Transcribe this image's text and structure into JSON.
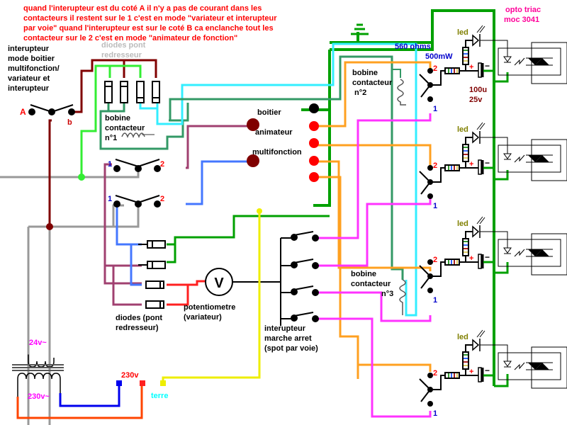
{
  "notes": {
    "mode_description": [
      "quand l'interupteur est du coté A il n'y a pas de courant dans les",
      "contacteurs il restent sur le 1 c'est en mode \"variateur et interupteur",
      "par voie\" quand l'interupteur est sur le coté B ca enclanche tout les",
      "contacteur sur le 2 c'est en mode \"animateur de fonction\""
    ]
  },
  "labels": {
    "mode_switch": [
      "interupteur",
      "mode boitier",
      "multifonction/",
      "variateur et",
      "interupteur"
    ],
    "switch_a": "A",
    "switch_b": "b",
    "diodes_top": [
      "diodes pont",
      "redresseur"
    ],
    "coil1": [
      "bobine",
      "contacteur",
      "n°1"
    ],
    "coil2": [
      "bobine",
      "contacteur",
      "n°2"
    ],
    "coil3": [
      "bobine",
      "contacteur",
      "n°3"
    ],
    "box": [
      "boitier",
      "animateur",
      "multifonction"
    ],
    "pos1": "1",
    "pos2": "2",
    "resistor": [
      "560 ohms",
      "500mW"
    ],
    "capacitor": [
      "100u",
      "25v"
    ],
    "led": "led",
    "plus": "+",
    "minus": "−",
    "opto": [
      "opto triac",
      "moc 3041"
    ],
    "diodes_bottom": [
      "diodes (pont",
      "redresseur)"
    ],
    "pot": [
      "potentiometre",
      "(variateur)"
    ],
    "pot_symbol": "V",
    "onoff": [
      "interupteur",
      "marche arret",
      "(spot par voie)"
    ],
    "v24": "24v~",
    "v230_primary": "230v~",
    "v230_mains": "230v",
    "earth": "terre"
  },
  "colors": {
    "note_red": "#ff0000",
    "magenta_label": "#ff00ff",
    "pink_title": "#ff0099",
    "blue_label": "#0000cc",
    "dark_red": "#800000",
    "led_label": "#808000",
    "earth_cyan": "#00ffff",
    "green_bus": "#00a000",
    "orange": "#ffa020",
    "magenta": "#ff33ff",
    "cyan": "#33eeff",
    "teal": "#339966",
    "purple": "#a04070",
    "blue": "#4477ff",
    "gray": "#999999",
    "yellow": "#eeee00",
    "lime": "#33ee33",
    "maroon": "#800000"
  }
}
